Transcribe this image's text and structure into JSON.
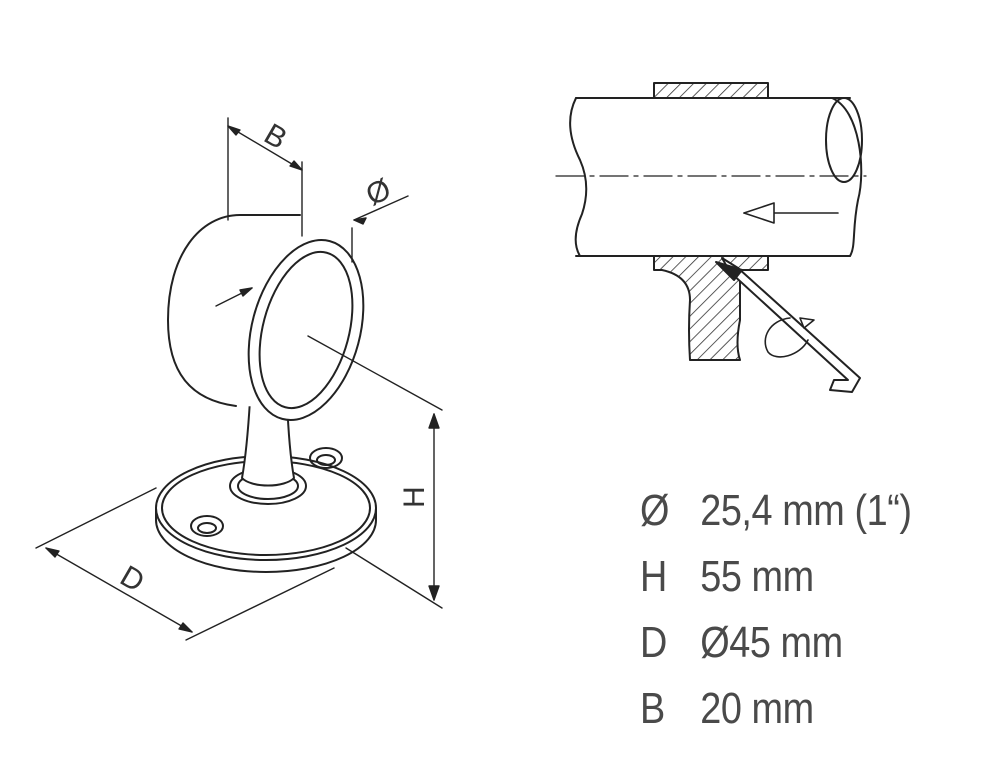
{
  "diagram": {
    "dimension_labels": {
      "b": "B",
      "diameter": "Ø",
      "h": "H",
      "d": "D"
    }
  },
  "specs": [
    {
      "symbol": "Ø",
      "value": "25,4 mm (1“)"
    },
    {
      "symbol": "H",
      "value": "55 mm"
    },
    {
      "symbol": "D",
      "value": "Ø45 mm"
    },
    {
      "symbol": "B",
      "value": "20 mm"
    }
  ],
  "colors": {
    "line": "#222222",
    "text": "#4a4a4a",
    "background": "#ffffff"
  }
}
